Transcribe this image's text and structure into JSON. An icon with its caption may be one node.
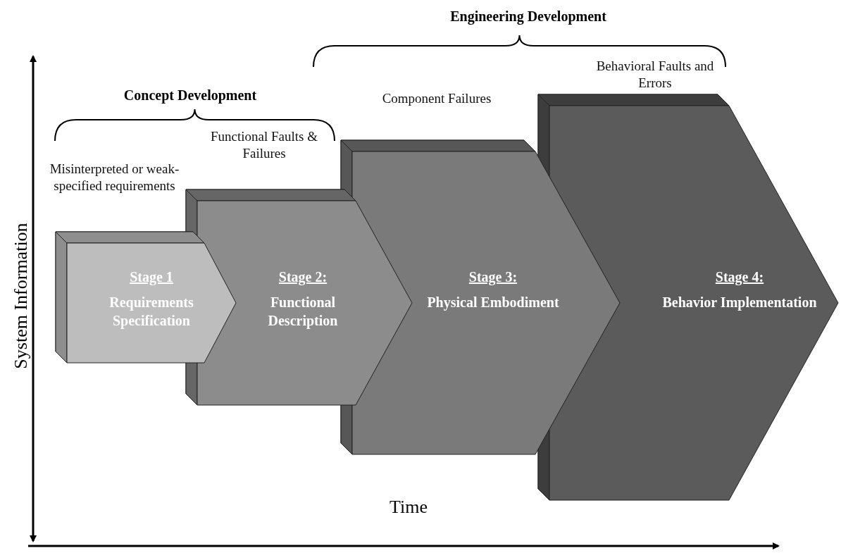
{
  "diagram": {
    "nodes": [
      {
        "text": [
          "Stage 1",
          "Requirements Specification"
        ]
      },
      {
        "text": [
          "Stage 2:",
          "Functional Description"
        ],
        "beside": [
          "Functional Faults & Failures"
        ]
      },
      {
        "text": [
          "Stage 3:",
          "Physical Embodiment"
        ],
        "beside": [
          "Component Failures"
        ]
      },
      {
        "text": [
          "Stage 4:",
          "Behavior Implementation"
        ],
        "beside": [
          "Behavioral Faults and Errors"
        ]
      }
    ],
    "labels": [
      "Engineering Development",
      "Concept Development",
      "Misinterpreted or weak-specified requirements",
      "System Information",
      "Time"
    ]
  }
}
